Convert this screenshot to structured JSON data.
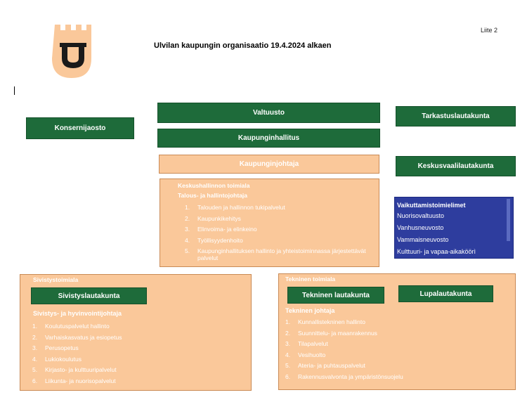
{
  "header": {
    "appendix": "Liite 2",
    "title": "Ulvilan kaupungin organisaatio 19.4.2024 alkaen",
    "logo_letter": "U"
  },
  "boxes": {
    "konsernijaosto": "Konsernijaosto",
    "valtuusto": "Valtuusto",
    "kaupunginhallitus": "Kaupunginhallitus",
    "kaupunginjohtaja": "Kaupunginjohtaja",
    "tarkastuslautakunta": "Tarkastuslautakunta",
    "keskusvaalilautakunta": "Keskusvaalilautakunta"
  },
  "keskushallinto": {
    "title": "Keskushallinnon toimiala",
    "subtitle": "Talous- ja hallintojohtaja",
    "items": [
      {
        "num": "1.",
        "text": "Talouden ja hallinnon tukipalvelut"
      },
      {
        "num": "2.",
        "text": "Kaupunkikehitys"
      },
      {
        "num": "3.",
        "text": "Elinvoima- ja elinkeino"
      },
      {
        "num": "4.",
        "text": "Työllisyydenhoito"
      },
      {
        "num": "5.",
        "text": "Kaupunginhallituksen hallinto ja yhteistoiminnassa järjestettävät palvelut"
      }
    ]
  },
  "vaikuttamis": {
    "title": "Vaikuttamistoimielimet",
    "items": [
      "Nuorisovaltuusto",
      "Vanhusneuvosto",
      "Vammaisneuvosto",
      "Kulttuuri- ja vapaa-aikaköörì"
    ]
  },
  "sivistys": {
    "title": "Sivistystoimiala",
    "board": "Sivistyslautakunta",
    "subtitle": "Sivistys- ja hyvinvointijohtaja",
    "items": [
      {
        "num": "1.",
        "text": "Koulutuspalvelut hallinto"
      },
      {
        "num": "2.",
        "text": "Varhaiskasvatus ja esiopetus"
      },
      {
        "num": "3.",
        "text": "Perusopetus"
      },
      {
        "num": "4.",
        "text": "Lukiokoulutus"
      },
      {
        "num": "5.",
        "text": "Kirjasto- ja kulttuuripalvelut"
      },
      {
        "num": "6.",
        "text": "Liikunta- ja nuorisopalvelut"
      }
    ]
  },
  "tekninen": {
    "title": "Tekninen toimiala",
    "board": "Tekninen lautakunta",
    "board2": "Lupalautakunta",
    "subtitle": "Tekninen johtaja",
    "items": [
      {
        "num": "1.",
        "text": "Kunnallistekninen hallinto"
      },
      {
        "num": "2.",
        "text": "Suunnittelu- ja maanrakennus"
      },
      {
        "num": "3.",
        "text": "Tilapalvelut"
      },
      {
        "num": "4.",
        "text": "Vesihuolto"
      },
      {
        "num": "5.",
        "text": "Ateria- ja puhtauspalvelut"
      },
      {
        "num": "6.",
        "text": "Rakennusvalvonta ja ympäristönsuojelu"
      }
    ]
  },
  "colors": {
    "green": "#1e6b3a",
    "peach": "#fac89a",
    "blue": "#2e3d9e"
  }
}
